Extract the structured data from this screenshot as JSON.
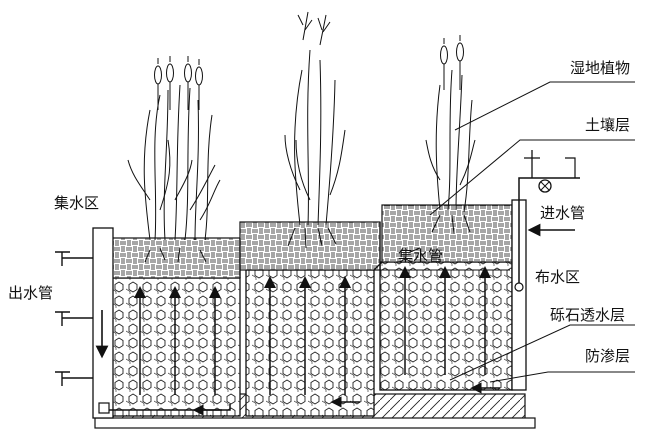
{
  "labels": {
    "wetland_plants": "湿地植物",
    "soil_layer": "土壤层",
    "inlet_pipe": "进水管",
    "distribution_zone": "布水区",
    "gravel_layer": "砾石透水层",
    "seepage_layer": "防渗层",
    "collection_zone": "集水区",
    "collection_pipe": "集水管",
    "outlet_pipe": "出水管"
  }
}
